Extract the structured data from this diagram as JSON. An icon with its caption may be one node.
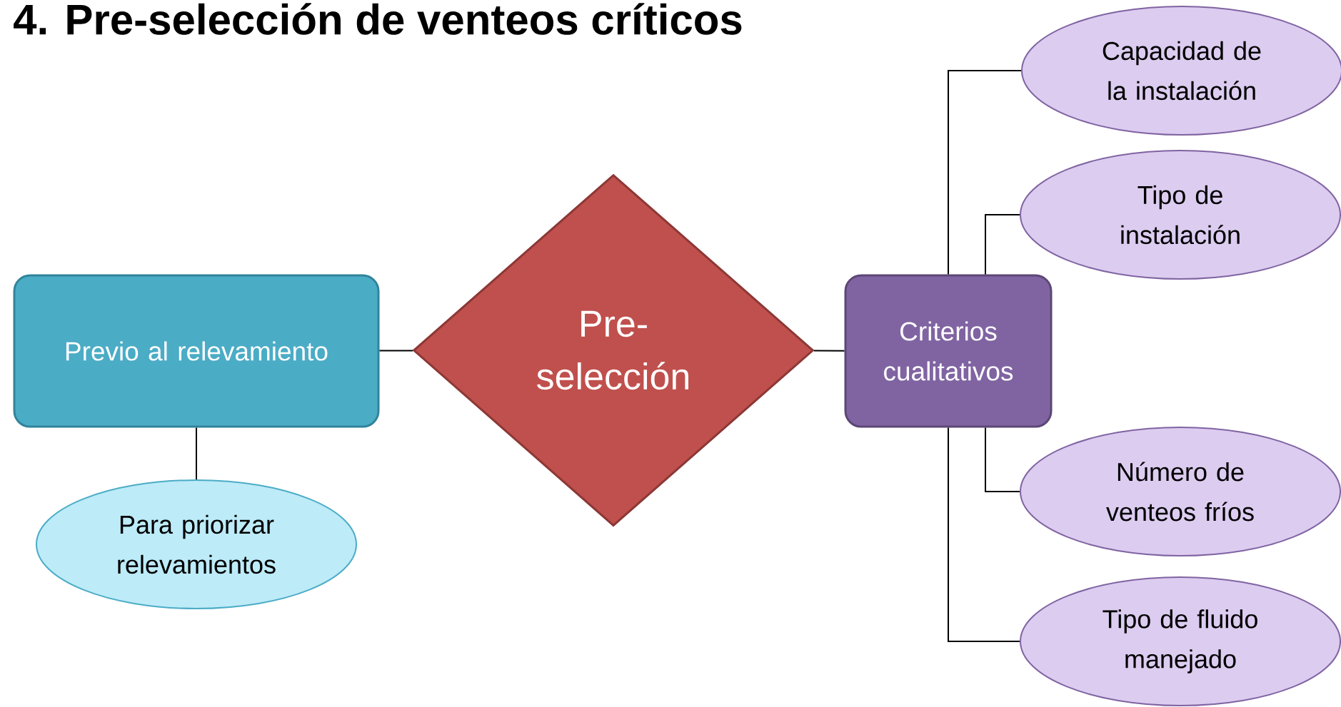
{
  "diagram": {
    "title": "4. Pre-selección de venteos críticos",
    "nodes": [
      {
        "text": [
          "Previo al relevamiento"
        ]
      },
      {
        "text": [
          "Para priorizar relevamientos"
        ]
      },
      {
        "text": [
          "Pre-selección"
        ]
      },
      {
        "text": [
          "Criterios cualitativos"
        ]
      },
      {
        "text": [
          "Capacidad de la instalación"
        ]
      },
      {
        "text": [
          "Tipo de instalación"
        ]
      },
      {
        "text": [
          "Número de venteos fríos"
        ]
      },
      {
        "text": [
          "Tipo de fluido manejado"
        ]
      }
    ],
    "edges": [
      {
        "from": 0,
        "to": 1,
        "arrow": "none"
      },
      {
        "from": 0,
        "to": 2,
        "arrow": "none"
      },
      {
        "from": 2,
        "to": 3,
        "arrow": "none"
      },
      {
        "from": 3,
        "to": 4,
        "arrow": "none"
      },
      {
        "from": 3,
        "to": 5,
        "arrow": "none"
      },
      {
        "from": 3,
        "to": 6,
        "arrow": "none"
      },
      {
        "from": 3,
        "to": 7,
        "arrow": "none"
      }
    ]
  }
}
